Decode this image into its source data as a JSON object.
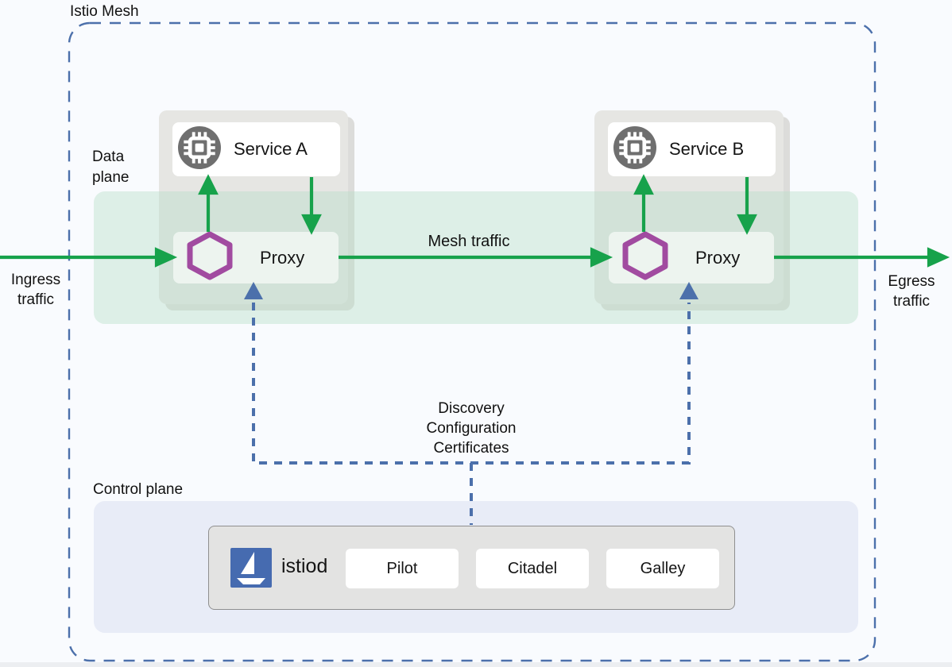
{
  "title": "Istio Mesh",
  "planes": {
    "data": "Data plane",
    "control": "Control plane"
  },
  "traffic": {
    "ingress": [
      "Ingress",
      "traffic"
    ],
    "egress": [
      "Egress",
      "traffic"
    ],
    "mesh": "Mesh traffic"
  },
  "istiod_flow": [
    "Discovery",
    "Configuration",
    "Certificates"
  ],
  "services": [
    {
      "name": "Service A",
      "proxy": "Proxy"
    },
    {
      "name": "Service B",
      "proxy": "Proxy"
    }
  ],
  "control_plane": {
    "daemon": "istiod",
    "components": [
      "Pilot",
      "Citadel",
      "Galley"
    ]
  },
  "icons": {
    "service": "chip-icon",
    "proxy": "envoy-hexagon-icon",
    "istiod": "istio-sailboat-logo"
  },
  "colors": {
    "green_arrow": "#17a24b",
    "blue_dash": "#4c70ab",
    "proxy_purple": "#a14ba0",
    "istio_blue": "#466bb0",
    "data_plane_bg": "#dfeee7",
    "control_plane_bg": "#e8ecf7",
    "pod_gray": "#e6e6e3"
  }
}
